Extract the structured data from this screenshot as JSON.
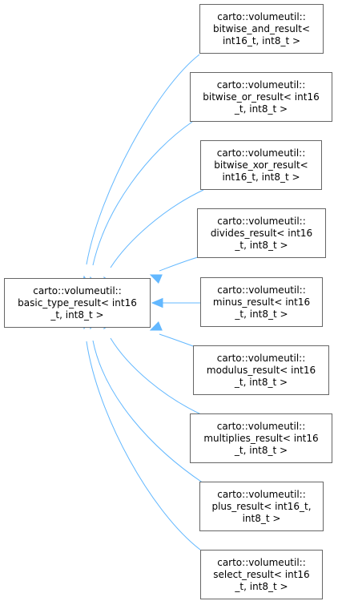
{
  "diagram": {
    "edge_color": "#63b8ff",
    "base": {
      "id": "base",
      "lines": [
        "carto::volumeutil::",
        "basic_type_result< int16",
        "_t, int8_t >"
      ]
    },
    "derived": [
      {
        "id": "bitwise_and",
        "lines": [
          "carto::volumeutil::",
          "bitwise_and_result<",
          "int16_t, int8_t >"
        ]
      },
      {
        "id": "bitwise_or",
        "lines": [
          "carto::volumeutil::",
          "bitwise_or_result< int16",
          "_t, int8_t >"
        ]
      },
      {
        "id": "bitwise_xor",
        "lines": [
          "carto::volumeutil::",
          "bitwise_xor_result<",
          "int16_t, int8_t >"
        ]
      },
      {
        "id": "divides",
        "lines": [
          "carto::volumeutil::",
          "divides_result< int16",
          "_t, int8_t >"
        ]
      },
      {
        "id": "minus",
        "lines": [
          "carto::volumeutil::",
          "minus_result< int16",
          "_t, int8_t >"
        ]
      },
      {
        "id": "modulus",
        "lines": [
          "carto::volumeutil::",
          "modulus_result< int16",
          "_t, int8_t >"
        ]
      },
      {
        "id": "multiplies",
        "lines": [
          "carto::volumeutil::",
          "multiplies_result< int16",
          "_t, int8_t >"
        ]
      },
      {
        "id": "plus",
        "lines": [
          "carto::volumeutil::",
          "plus_result< int16_t,",
          "int8_t >"
        ]
      },
      {
        "id": "select",
        "lines": [
          "carto::volumeutil::",
          "select_result< int16",
          "_t, int8_t >"
        ]
      }
    ]
  }
}
